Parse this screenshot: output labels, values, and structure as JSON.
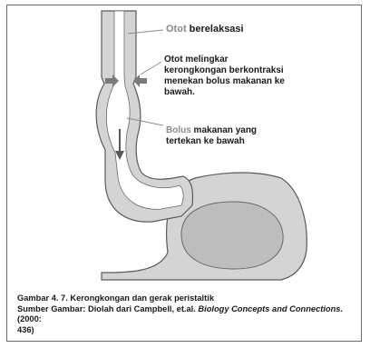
{
  "labels": {
    "relaxed_hl": "Otot",
    "relaxed_rest": " berelaksasi",
    "contract_lines": [
      "Otot melingkar",
      "kerongkongan berkontraksi",
      "menekan bolus makanan ke",
      "bawah."
    ],
    "bolus_hl": "Bolus",
    "bolus_rest": " makanan yang",
    "bolus_line2": "tertekan ke bawah"
  },
  "caption": {
    "title": "Gambar 4. 7. Kerongkongan dan gerak peristaltik",
    "source_prefix": "Sumber Gambar: Diolah dari Campbell, et.al. ",
    "source_book": "Biology Concepts and Connections.",
    "source_suffix": " (2000:",
    "source_page": "436)"
  },
  "colors": {
    "frame": "#6a6a6a",
    "wall_fill": "#d4d4d4",
    "wall_stroke": "#5a5a5a",
    "lumen": "#ffffff",
    "stomach_inner": "#bdbdbd",
    "arrow": "#7a7a7a",
    "text": "#1a1a1a",
    "highlight_text": "#8a8a8a"
  }
}
